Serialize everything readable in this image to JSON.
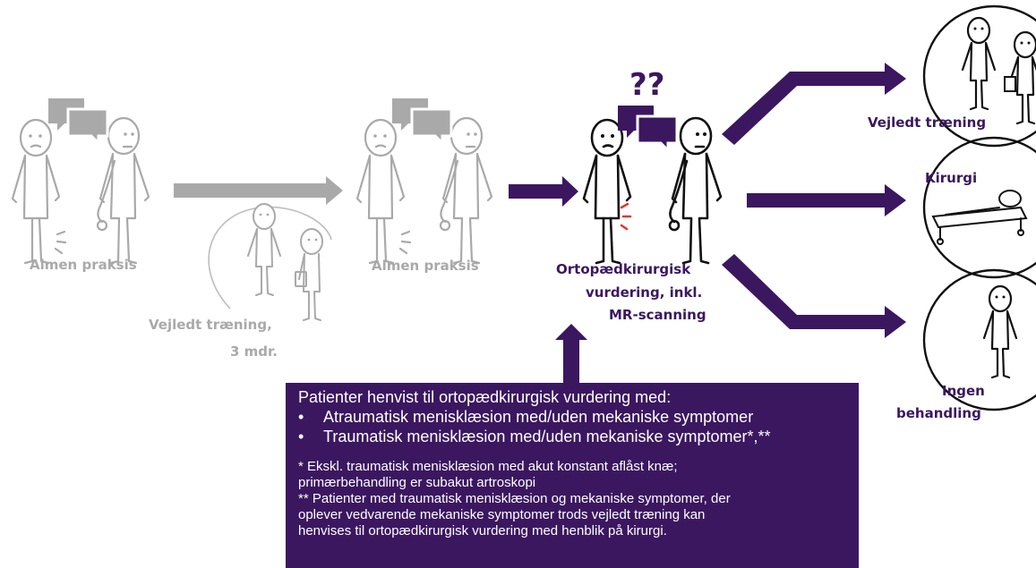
{
  "labels": {
    "gp1": "Almen praksis",
    "gp2": "Almen praksis",
    "training_loop_1": "Vejledt træning,",
    "training_loop_2": "3 mdr.",
    "ortho_1": "Ortopædkirurgisk",
    "ortho_2": "vurdering, inkl.",
    "ortho_3": "MR-scanning",
    "outcome_training": "Vejledt træning",
    "outcome_surgery": "Kirurgi",
    "outcome_none_1": "Ingen",
    "outcome_none_2": "behandling",
    "question_marks": "??"
  },
  "criteria": {
    "title": "Patienter henvist til ortopædkirurgisk vurdering med:",
    "bullet_char": "•",
    "bullets": [
      "Atraumatisk menisklæsion med/uden mekaniske symptomer",
      "Traumatisk menisklæsion med/uden mekaniske symptomer*,**"
    ],
    "note1_line1": "* Ekskl. traumatisk menisklæsion med akut konstant aflåst knæ;",
    "note1_line2": "primærbehandling er subakut artroskopi",
    "note2_line1": "** Patienter med  traumatisk menisklæsion og mekaniske symptomer, der",
    "note2_line2": "oplever vedvarende mekaniske symptomer trods vejledt træning kan",
    "note2_line3": "henvises til ortopædkirurgisk vurdering med henblik på kirurgi."
  },
  "colors": {
    "purple": "#3b1760",
    "gray": "#a9a9a9",
    "accent_red": "#e8322d",
    "figure_dark": "#111111"
  },
  "icons": [
    "speech-bubbles-icon",
    "stick-figure-icon",
    "stethoscope-icon",
    "clipboard-icon",
    "hospital-bed-icon",
    "arrow-icon"
  ]
}
